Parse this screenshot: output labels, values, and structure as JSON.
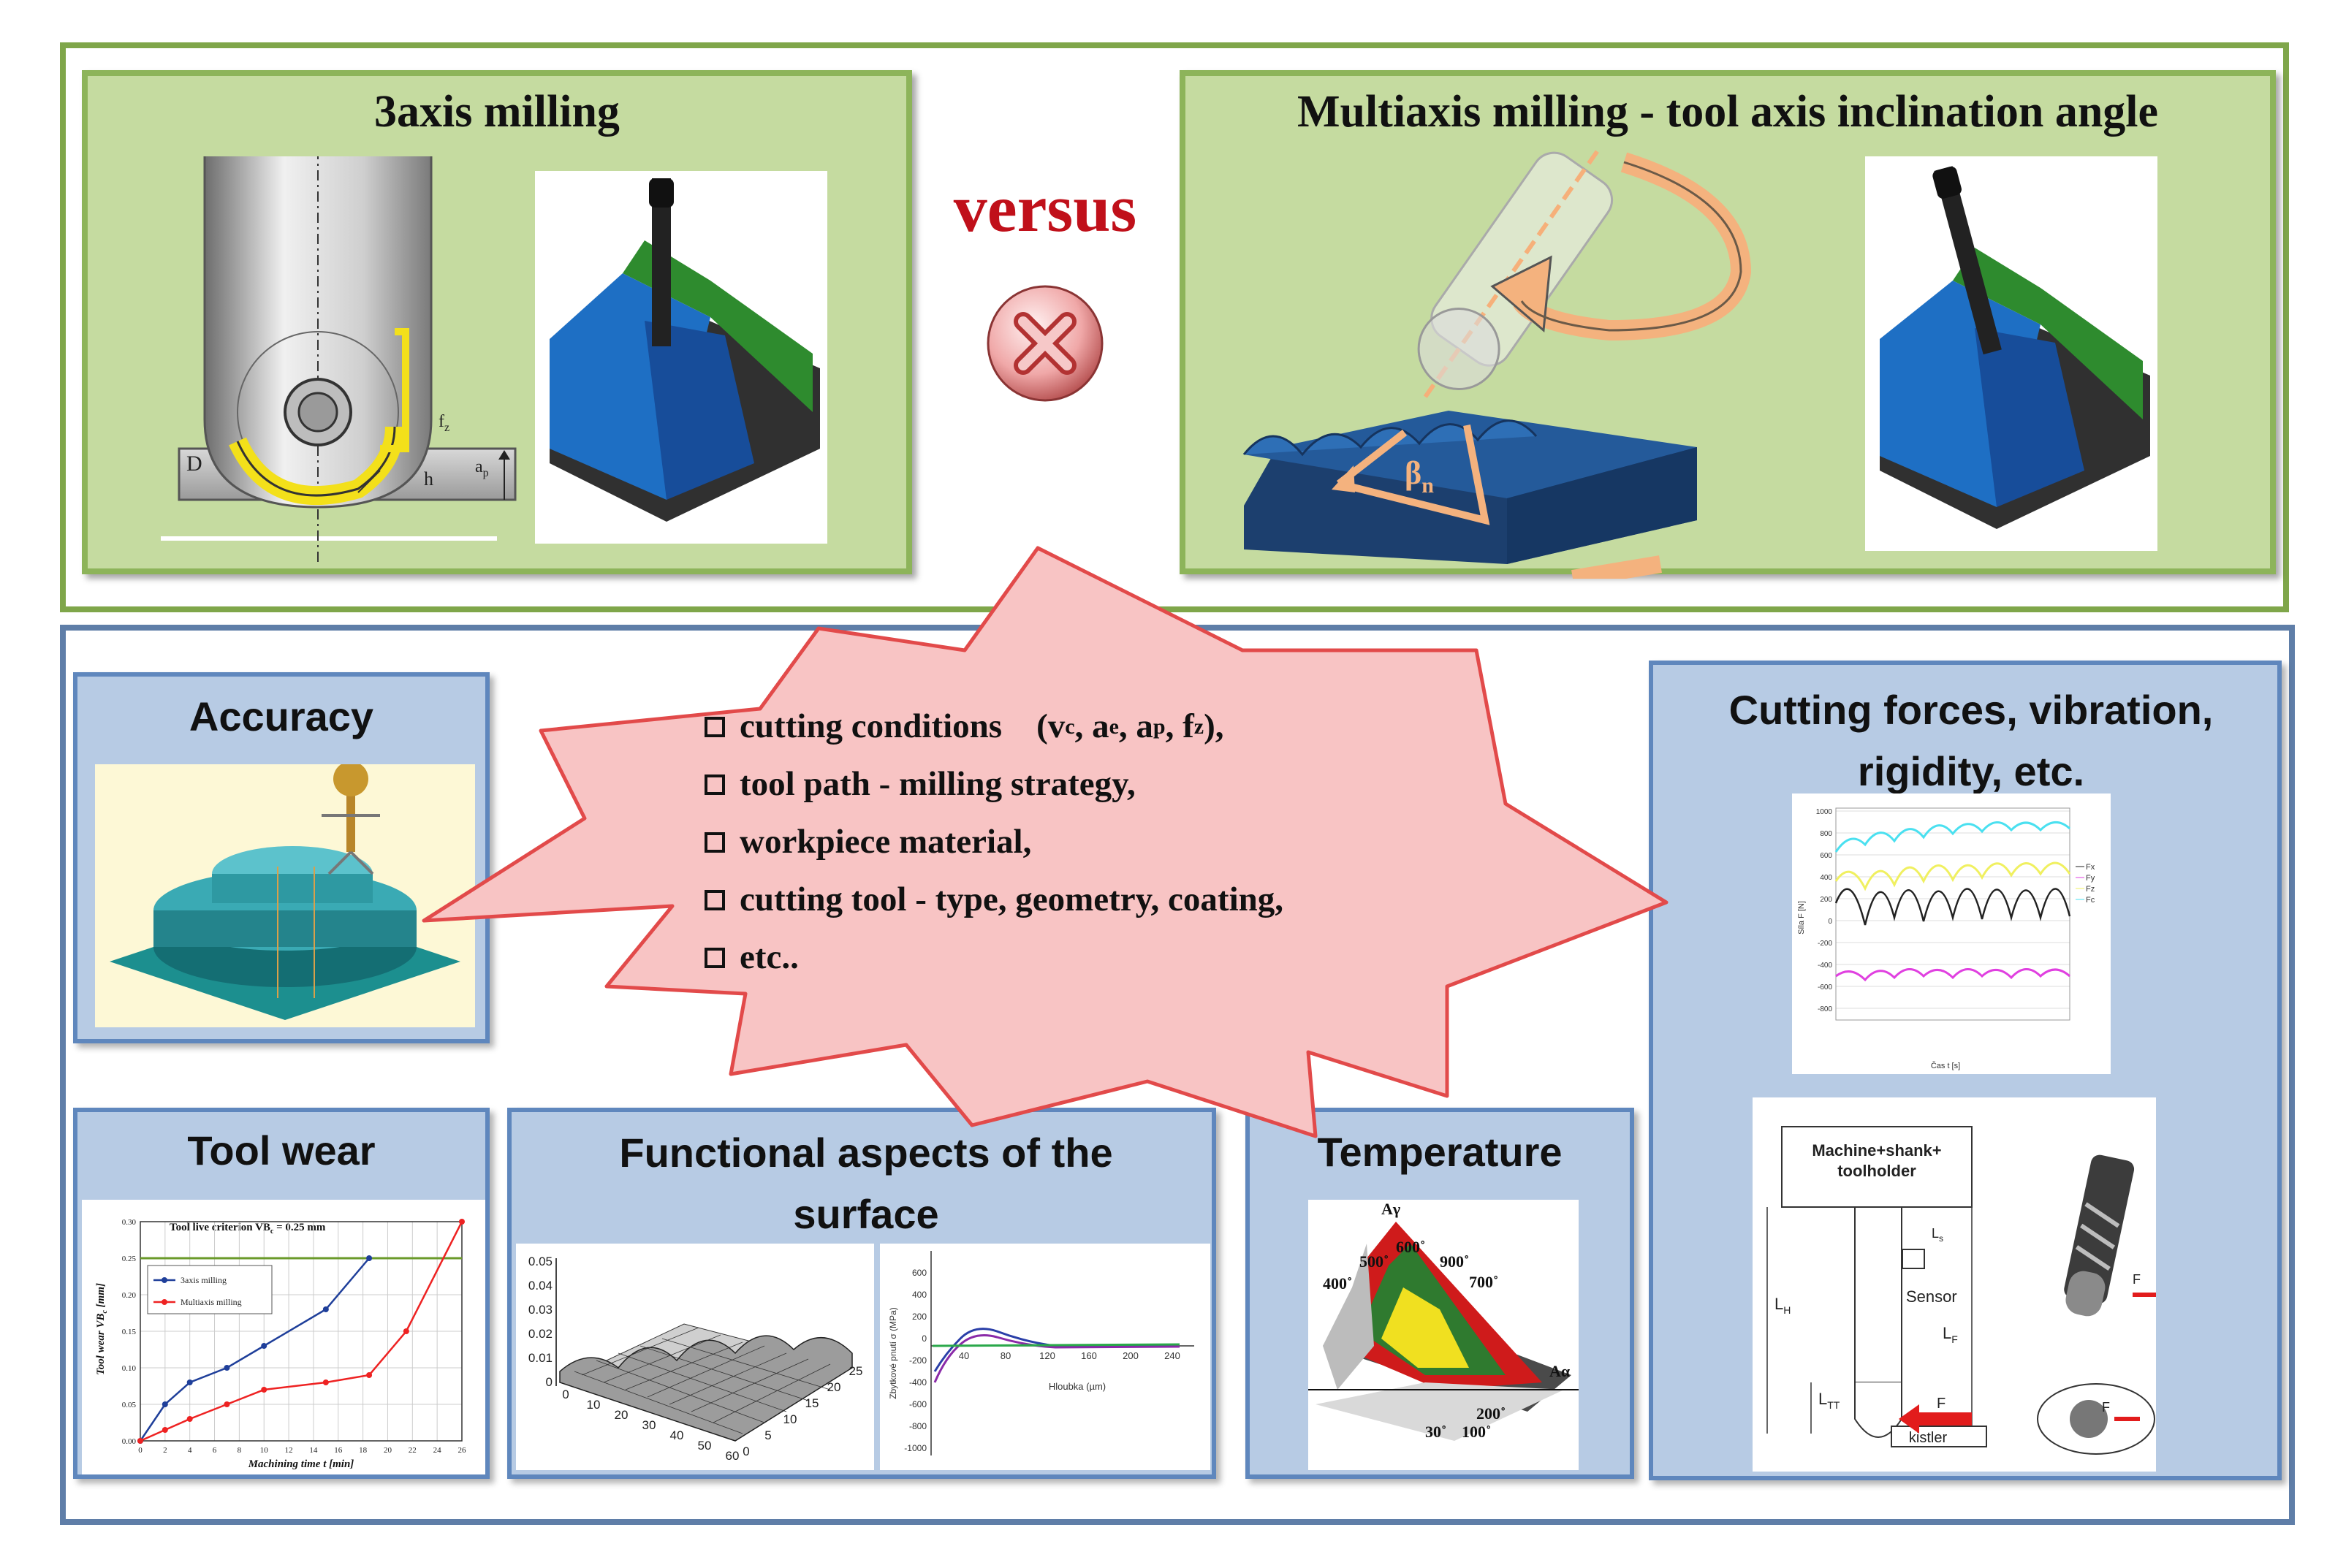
{
  "top": {
    "left_title": "3axis milling",
    "versus": "versus",
    "right_title": "Multiaxis milling  - tool axis inclination  angle",
    "diagram_labels": {
      "D": "D",
      "fz": "f",
      "fz_sub": "z",
      "ap": "a",
      "ap_sub": "p",
      "h": "h",
      "beta": "β",
      "beta_sub": "n"
    }
  },
  "center": {
    "items": [
      "cutting conditions    (v",
      "tool path - milling strategy,",
      "workpiece material,",
      "cutting tool - type, geometry, coating,",
      "etc.."
    ],
    "cc_parts": {
      "vc": "c",
      "ae": "e",
      "ap": "p",
      "fz": "z"
    }
  },
  "panels": {
    "accuracy": "Accuracy",
    "tool_wear": "Tool wear",
    "functional": "Functional aspects of the surface",
    "temperature": "Temperature",
    "forces": "Cutting forces, vibration, rigidity, etc."
  },
  "tool_wear_chart": {
    "criterion": "Tool live criterion VB",
    "criterion_sub": "c",
    "criterion_val": " = 0.25 mm",
    "ylabel": "Tool wear VB",
    "ylabel_sub": "c",
    "ylabel_unit": " [mm]",
    "xlabel": "Machining time t [min]"
  },
  "chart_data": {
    "type": "line",
    "xlabel": "Machining time t [min]",
    "ylabel": "Tool wear VBc [mm]",
    "xlim": [
      0,
      26
    ],
    "ylim": [
      0,
      0.3
    ],
    "x_ticks": [
      0,
      2,
      4,
      6,
      8,
      10,
      12,
      14,
      16,
      18,
      20,
      22,
      24,
      26
    ],
    "y_ticks": [
      0.0,
      0.05,
      0.1,
      0.15,
      0.2,
      0.25,
      0.3
    ],
    "threshold": 0.25,
    "legend": "top-left",
    "series": [
      {
        "name": "3axis milling",
        "color": "#1f3f9a",
        "x": [
          0,
          2,
          4,
          7,
          10,
          15,
          18.5
        ],
        "y": [
          0,
          0.05,
          0.08,
          0.1,
          0.13,
          0.18,
          0.25
        ]
      },
      {
        "name": "Multiaxis milling",
        "color": "#ee2222",
        "x": [
          0,
          2,
          4,
          7,
          10,
          15,
          18.5,
          21.5,
          26
        ],
        "y": [
          0,
          0.015,
          0.03,
          0.05,
          0.07,
          0.08,
          0.09,
          0.15,
          0.3
        ]
      }
    ]
  },
  "surface_plot": {
    "z_ticks": [
      "0.05",
      "0.04",
      "0.03",
      "0.02",
      "0.01",
      "0"
    ],
    "x_ticks": [
      "0",
      "10",
      "20",
      "30",
      "40",
      "50",
      "60"
    ],
    "y_ticks": [
      "0",
      "5",
      "10",
      "15",
      "20",
      "25"
    ]
  },
  "stress_plot": {
    "ylabel": "Zbytkové pnutí σ (MPa)",
    "xlabel": "Hloubka (µm)",
    "x_ticks": [
      "40",
      "80",
      "120",
      "160",
      "200",
      "240"
    ],
    "y_ticks": [
      "600",
      "400",
      "200",
      "0",
      "-200",
      "-400",
      "-600",
      "-800",
      "-1000"
    ]
  },
  "temperature_fig": {
    "labels": [
      "Aγ",
      "600˚",
      "500˚",
      "900˚",
      "700˚",
      "400˚",
      "Aα",
      "200˚",
      "30˚",
      "100˚"
    ]
  },
  "forces_plot": {
    "xlabel": "Čas t [s]",
    "ylabel": "Síla F [N]",
    "y_ticks": [
      "1000",
      "800",
      "600",
      "400",
      "200",
      "0",
      "-200",
      "-400",
      "-600",
      "-800"
    ],
    "legend": [
      "Fx",
      "Fy",
      "Fz",
      "Fc"
    ]
  },
  "rigidity_fig": {
    "box_label_1": "Machine+shank+",
    "box_label_2": "toolholder",
    "sensor": "Sensor",
    "kistler": "kistler",
    "F": "F",
    "LH": "L",
    "LH_sub": "H",
    "LF": "L",
    "LF_sub": "F",
    "LTT": "L",
    "LTT_sub": "TT",
    "Ls": "L",
    "Ls_sub": "s"
  },
  "colors": {
    "green_panel": "#c5dba0",
    "green_border": "#8db45a",
    "blue_panel": "#b7cbe4",
    "blue_border": "#5f87bd",
    "star_fill": "#f8c4c4",
    "star_stroke": "#e24a4a",
    "versus": "#c0101a"
  }
}
